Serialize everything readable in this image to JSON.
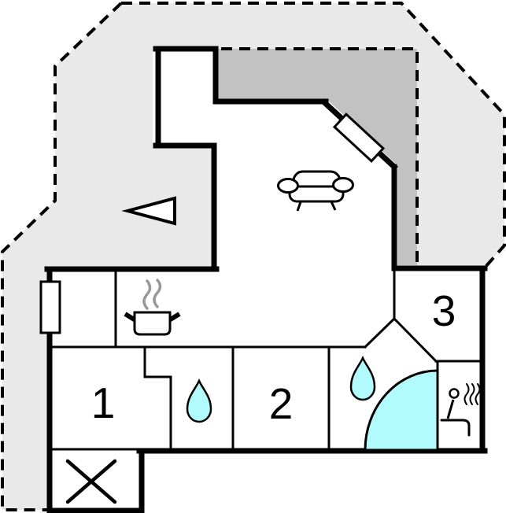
{
  "colors": {
    "plot_light_gray": "#e9e9e9",
    "terrace_dark_gray": "#c2c2c2",
    "water_cyan": "#b2fbfd",
    "wall_black": "#000000",
    "steam_gray": "#999999"
  },
  "floor_plan": {
    "kind": "holiday-home-floor-plan",
    "room_labels": [
      {
        "id": "room-1",
        "text": "1"
      },
      {
        "id": "room-2",
        "text": "2"
      },
      {
        "id": "room-3",
        "text": "3"
      }
    ],
    "symbols": [
      "direction-triangle",
      "sofa",
      "terrace-door",
      "window",
      "cooking-pot-with-steam",
      "water-drop-bath-1",
      "water-drop-bath-2",
      "shower-quarter-circle",
      "sauna-person-with-steam",
      "crossed-box-storage"
    ]
  }
}
